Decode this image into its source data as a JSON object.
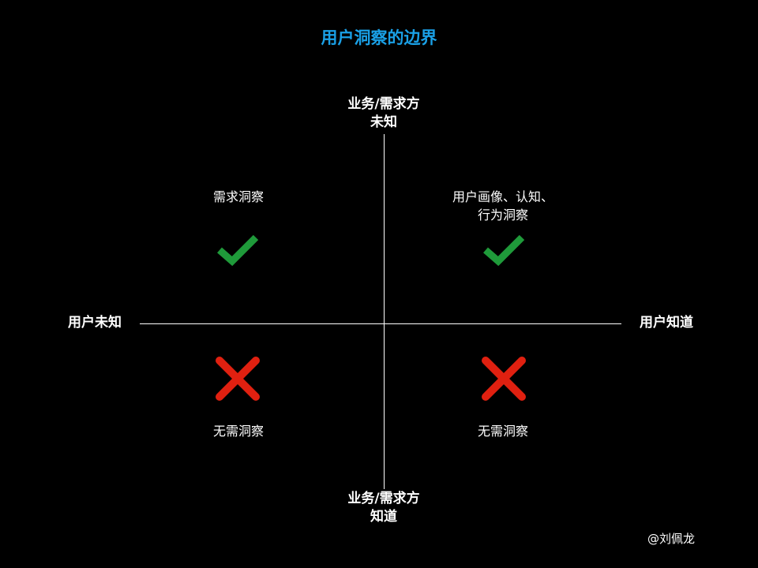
{
  "title": "用户洞察的边界",
  "axes": {
    "top": [
      "业务/需求方",
      "未知"
    ],
    "bottom": [
      "业务/需求方",
      "知道"
    ],
    "left": "用户未知",
    "right": "用户知道"
  },
  "quadrants": {
    "top_left": {
      "lines": [
        "需求洞察"
      ],
      "icon": "check-icon"
    },
    "top_right": {
      "lines": [
        "用户画像、认知、",
        "行为洞察"
      ],
      "icon": "check-icon"
    },
    "bottom_left": {
      "lines": [
        "无需洞察"
      ],
      "icon": "cross-icon"
    },
    "bottom_right": {
      "lines": [
        "无需洞察"
      ],
      "icon": "cross-icon"
    }
  },
  "colors": {
    "title": "#1aa0e6",
    "check": "#1f9a3a",
    "cross": "#e02010",
    "background": "#000000"
  },
  "credit": "@刘佩龙"
}
